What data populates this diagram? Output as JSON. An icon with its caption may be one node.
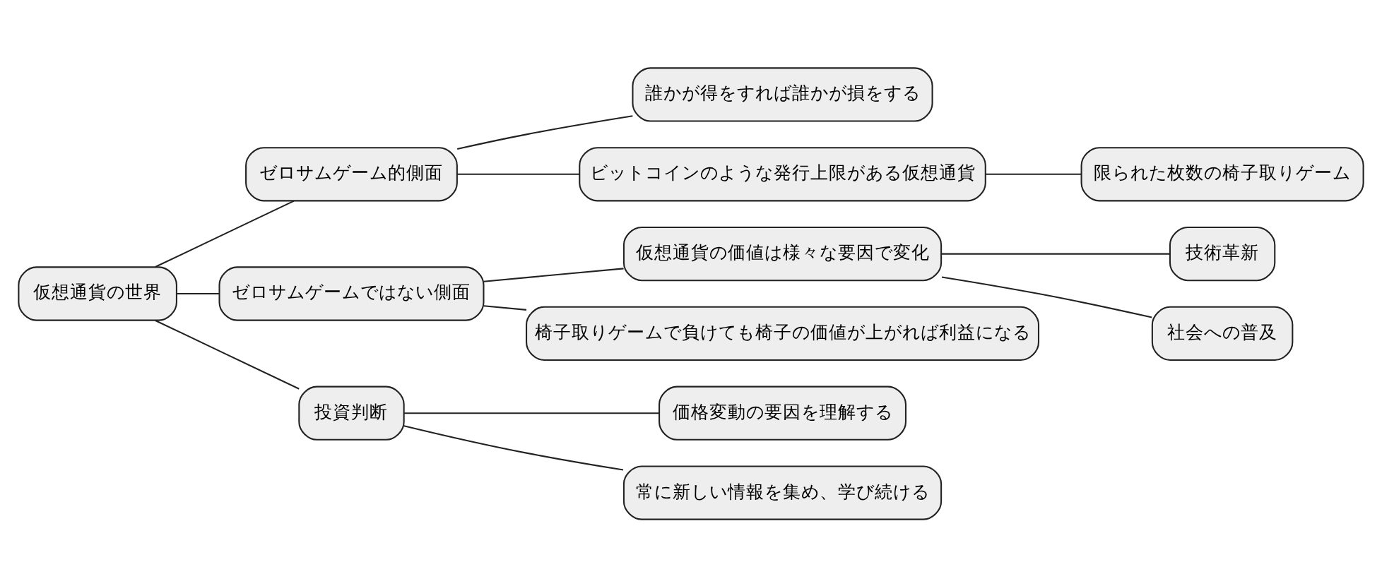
{
  "diagram": {
    "nodes": [
      {
        "text": [
          "仮想通貨の世界"
        ]
      },
      {
        "text": [
          "ゼロサムゲーム的側面"
        ]
      },
      {
        "text": [
          "誰かが得をすれば誰かが損をする"
        ]
      },
      {
        "text": [
          "ビットコインのような発行上限がある仮想通貨"
        ]
      },
      {
        "text": [
          "限られた枚数の椅子取りゲーム"
        ]
      },
      {
        "text": [
          "ゼロサムゲームではない側面"
        ]
      },
      {
        "text": [
          "仮想通貨の価値は様々な要因で変化"
        ]
      },
      {
        "text": [
          "技術革新"
        ]
      },
      {
        "text": [
          "社会への普及"
        ]
      },
      {
        "text": [
          "椅子取りゲームで負けても椅子の価値が上がれば利益になる"
        ]
      },
      {
        "text": [
          "投資判断"
        ]
      },
      {
        "text": [
          "価格変動の要因を理解する"
        ]
      },
      {
        "text": [
          "常に新しい情報を集め、学び続ける"
        ]
      }
    ],
    "edges": [
      {
        "from": 0,
        "to": 1,
        "arrow": "none"
      },
      {
        "from": 1,
        "to": 2,
        "arrow": "none"
      },
      {
        "from": 1,
        "to": 3,
        "arrow": "none"
      },
      {
        "from": 3,
        "to": 4,
        "arrow": "none"
      },
      {
        "from": 0,
        "to": 5,
        "arrow": "none"
      },
      {
        "from": 5,
        "to": 6,
        "arrow": "none"
      },
      {
        "from": 6,
        "to": 7,
        "arrow": "none"
      },
      {
        "from": 6,
        "to": 8,
        "arrow": "none"
      },
      {
        "from": 5,
        "to": 9,
        "arrow": "none"
      },
      {
        "from": 0,
        "to": 10,
        "arrow": "none"
      },
      {
        "from": 10,
        "to": 11,
        "arrow": "none"
      },
      {
        "from": 10,
        "to": 12,
        "arrow": "none"
      }
    ]
  }
}
